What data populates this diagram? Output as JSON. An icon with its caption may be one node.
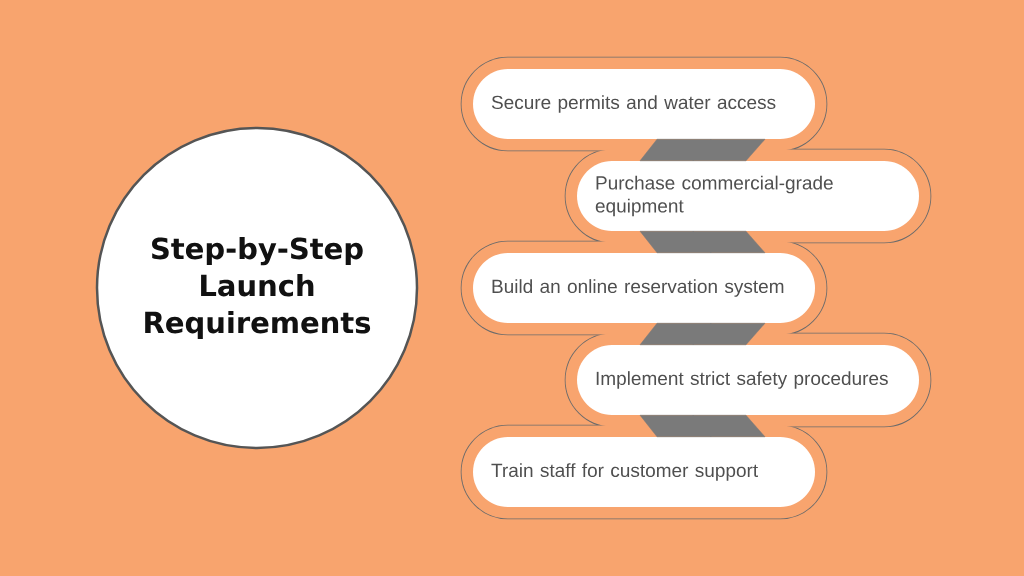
{
  "diagram": {
    "nodes": [
      {
        "text": [
          "Step-by-Step Launch Requirements"
        ]
      },
      {
        "text": [
          "Secure permits and water access"
        ]
      },
      {
        "text": [
          "Purchase commercial-grade equipment"
        ]
      },
      {
        "text": [
          "Build an online reservation system"
        ]
      },
      {
        "text": [
          "Implement strict safety procedures"
        ]
      },
      {
        "text": [
          "Train staff for customer support"
        ]
      }
    ],
    "edges": [
      {
        "from": 1,
        "to": 2,
        "arrow": "none",
        "style": "thick"
      },
      {
        "from": 2,
        "to": 3,
        "arrow": "none",
        "style": "thick"
      },
      {
        "from": 3,
        "to": 4,
        "arrow": "none",
        "style": "thick"
      },
      {
        "from": 4,
        "to": 5,
        "arrow": "none",
        "style": "thick"
      }
    ]
  }
}
